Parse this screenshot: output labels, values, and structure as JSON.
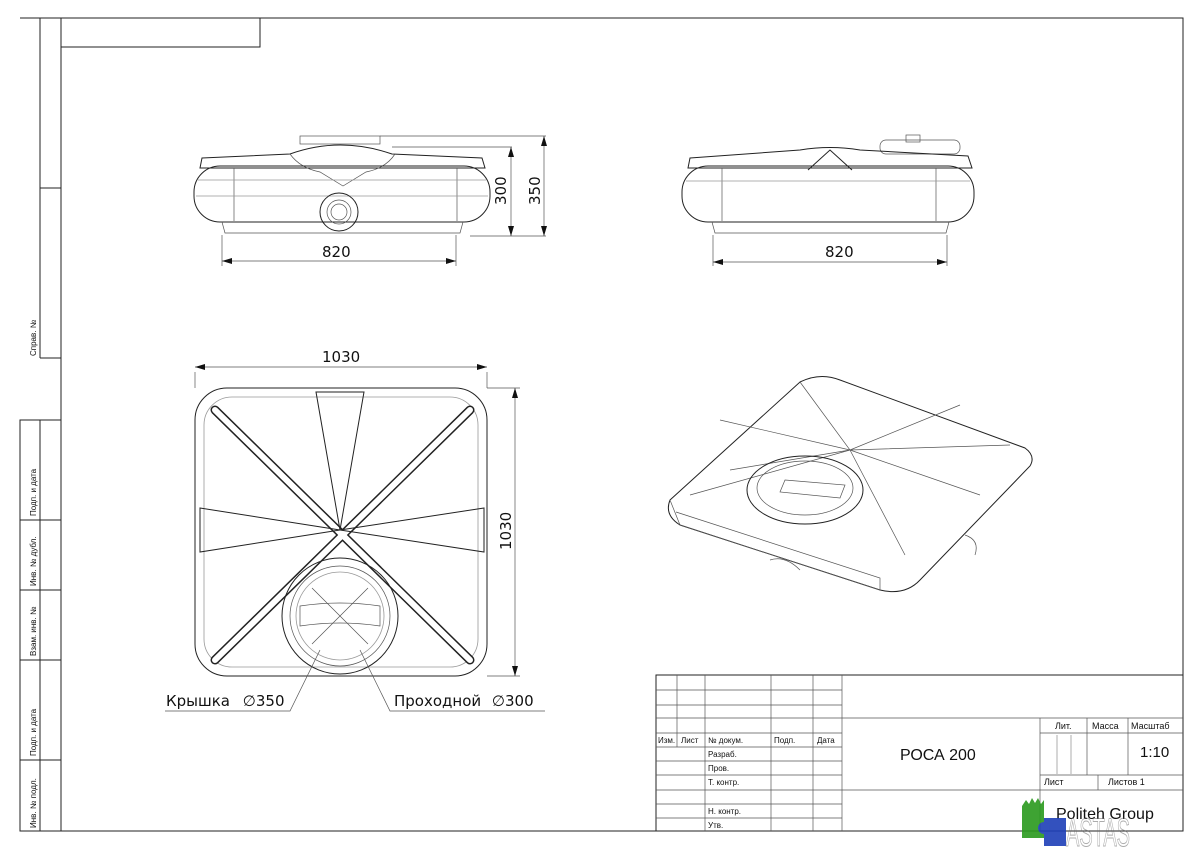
{
  "side_strip": [
    "Справ. №",
    "Подп. и дата",
    "Инв. № дубл.",
    "Взам. инв. №",
    "Подп. и дата",
    "Инв. № подл."
  ],
  "views": {
    "front": {
      "width": "820",
      "height_body": "300",
      "height_total": "350"
    },
    "side": {
      "width": "820"
    },
    "top": {
      "width": "1030",
      "depth": "1030",
      "lid_label": "Крышка",
      "lid_dia": "350",
      "pass_label": "Проходной",
      "pass_dia": "300",
      "diameter_symbol": "∅"
    }
  },
  "title_block": {
    "headers": [
      "Изм.",
      "Лист",
      "№ докум.",
      "Подп.",
      "Дата"
    ],
    "roles": [
      "Разраб.",
      "Пров.",
      "Т. контр.",
      "",
      "Н. контр.",
      "Утв."
    ],
    "title": "РОСА 200",
    "lit_label": "Лит.",
    "mass_label": "Масса",
    "scale_label": "Масштаб",
    "scale_value": "1:10",
    "sheet_label": "Лист",
    "sheets_label": "Листов 1",
    "company": "Politeh Group",
    "watermark": "ASTAS"
  },
  "colors": {
    "line": "#222222",
    "logo_green": "#2a9a1e",
    "logo_blue": "#1d3fb8"
  }
}
